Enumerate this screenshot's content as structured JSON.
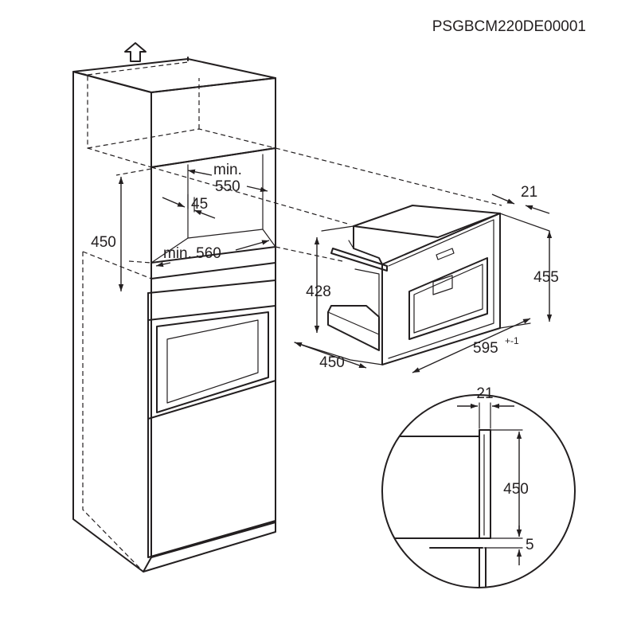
{
  "drawing_code": "PSGBCM220DE00001",
  "colors": {
    "line": "#231f20",
    "background": "#ffffff"
  },
  "icons": {
    "orientation": "up-arrow-icon"
  },
  "dimensions": {
    "cabinet_niche_width": "min.\n550",
    "cabinet_niche_width_line1": "min.",
    "cabinet_niche_width_line2": "550",
    "cabinet_niche_depth": "min. 560",
    "cabinet_niche_height": "450",
    "cabinet_side_offset": "45",
    "appliance_height": "455",
    "appliance_body_height": "428",
    "appliance_depth": "450",
    "appliance_width": "595",
    "appliance_width_tolerance": "+-1",
    "appliance_frame_depth": "21",
    "detail_frame_depth": "21",
    "detail_height": "450",
    "detail_gap": "5"
  }
}
